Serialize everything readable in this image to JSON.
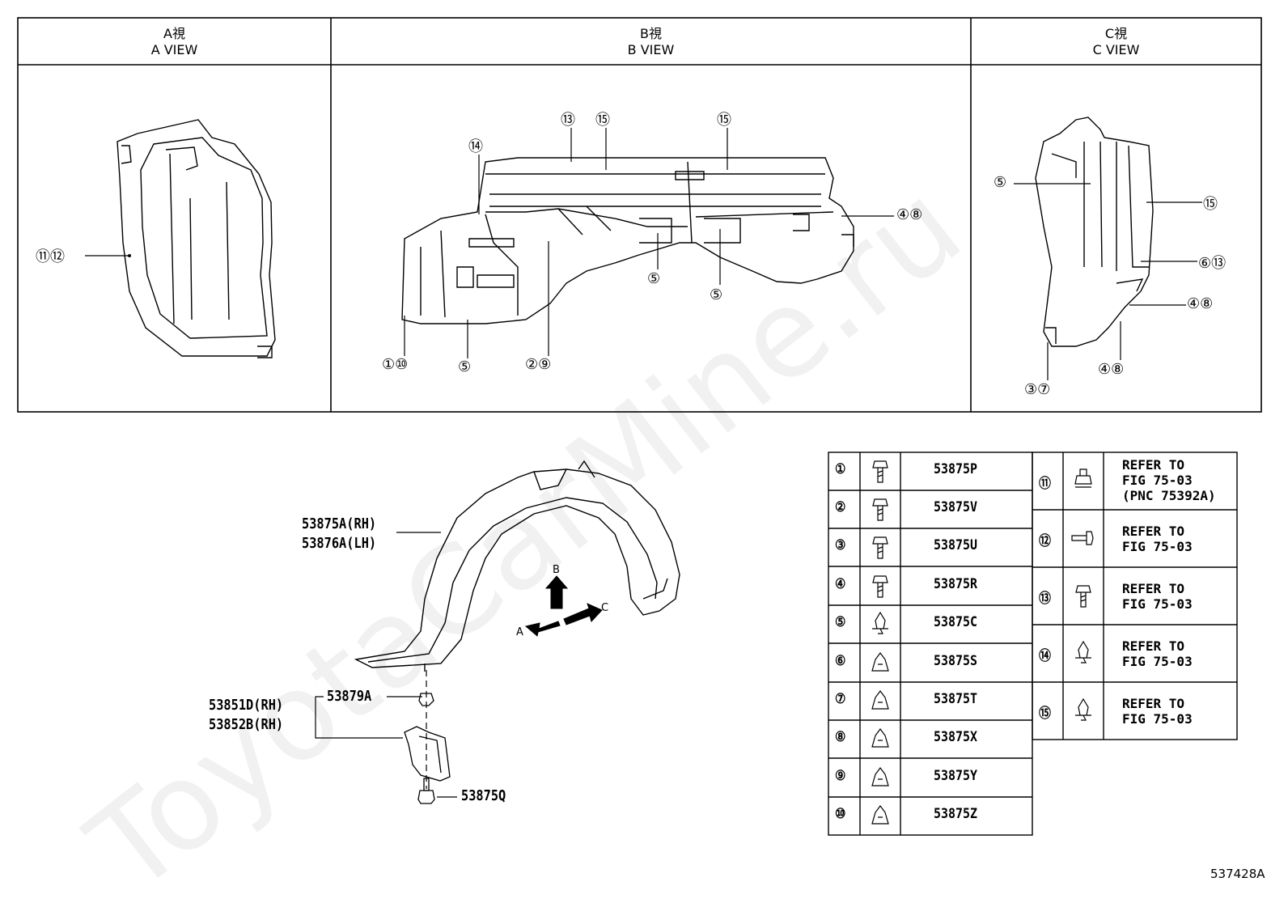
{
  "views": {
    "a": {
      "jp": "A視",
      "en": "A VIEW"
    },
    "b": {
      "jp": "B視",
      "en": "B VIEW"
    },
    "c": {
      "jp": "C視",
      "en": "C VIEW"
    }
  },
  "callouts": {
    "a_1112": "⑪⑫",
    "b_13": "⑬",
    "b_15a": "⑮",
    "b_15b": "⑮",
    "b_14": "⑭",
    "b_48": "④⑧",
    "b_5a": "⑤",
    "b_5b": "⑤",
    "b_110": "①⑩",
    "b_5c": "⑤",
    "b_29": "②⑨",
    "c_5": "⑤",
    "c_15": "⑮",
    "c_613": "⑥⑬",
    "c_48a": "④⑧",
    "c_48b": "④⑧",
    "c_37": "③⑦"
  },
  "parts": {
    "liner_rh": "53875A(RH)",
    "liner_lh": "53876A(LH)",
    "bracket_rh1": "53851D(RH)",
    "bracket_rh2": "53852B(RH)",
    "nut": "53879A",
    "bolt": "53875Q"
  },
  "directions": {
    "a": "A",
    "b": "B",
    "c": "C"
  },
  "fastener_table": {
    "left": [
      {
        "num": "①",
        "part": "53875P",
        "icon": "bolt-icon"
      },
      {
        "num": "②",
        "part": "53875V",
        "icon": "bolt-icon"
      },
      {
        "num": "③",
        "part": "53875U",
        "icon": "bolt-icon"
      },
      {
        "num": "④",
        "part": "53875R",
        "icon": "bolt-icon"
      },
      {
        "num": "⑤",
        "part": "53875C",
        "icon": "clip-icon"
      },
      {
        "num": "⑥",
        "part": "53875S",
        "icon": "clip-icon"
      },
      {
        "num": "⑦",
        "part": "53875T",
        "icon": "clip-icon"
      },
      {
        "num": "⑧",
        "part": "53875X",
        "icon": "clip-icon"
      },
      {
        "num": "⑨",
        "part": "53875Y",
        "icon": "clip-icon"
      },
      {
        "num": "⑩",
        "part": "53875Z",
        "icon": "clip-icon"
      }
    ],
    "right": [
      {
        "num": "⑪",
        "text": "REFER TO\nFIG 75-03\n(PNC 75392A)",
        "icon": "nut-icon"
      },
      {
        "num": "⑫",
        "text": "REFER TO\nFIG 75-03",
        "icon": "screw-icon"
      },
      {
        "num": "⑬",
        "text": "REFER TO\nFIG 75-03",
        "icon": "bolt-icon"
      },
      {
        "num": "⑭",
        "text": "REFER TO\nFIG 75-03",
        "icon": "clip-icon"
      },
      {
        "num": "⑮",
        "text": "REFER TO\nFIG 75-03",
        "icon": "clip-icon"
      }
    ]
  },
  "figure_number": "537428A",
  "watermark": "ToyotaCarMine.ru"
}
